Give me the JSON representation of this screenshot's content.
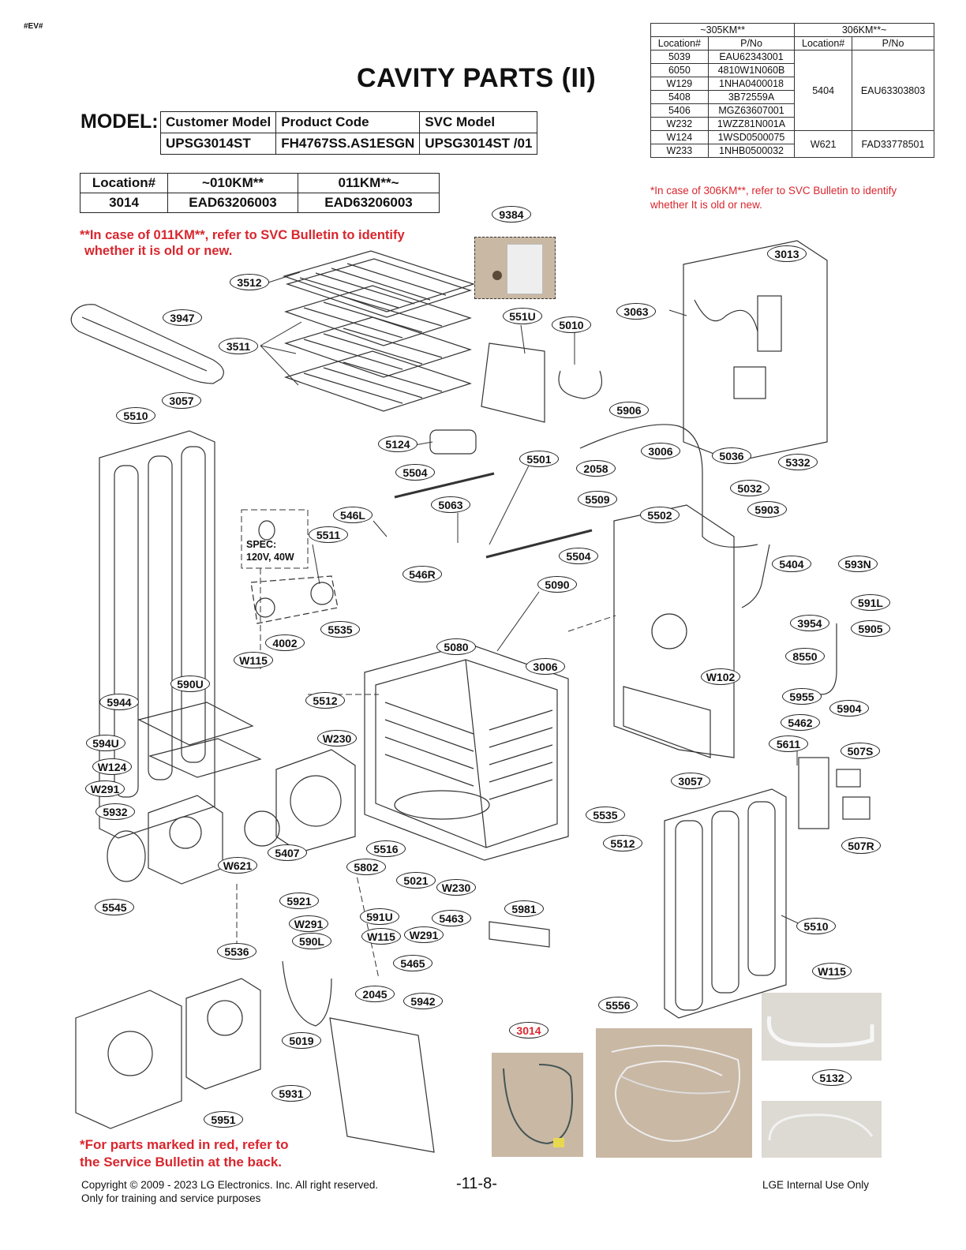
{
  "page_marker": "#EV#",
  "title": "CAVITY PARTS (II)",
  "model_label": "MODEL:",
  "model_table": {
    "headers": [
      "Customer Model",
      "Product Code",
      "SVC Model"
    ],
    "row": [
      "UPSG3014ST",
      "FH4767SS.AS1ESGN",
      "UPSG3014ST /01"
    ]
  },
  "location_table": {
    "headers": [
      "Location#",
      "~010KM**",
      "011KM**~"
    ],
    "row": [
      "3014",
      "EAD63206003",
      "EAD63206003"
    ]
  },
  "note_011": [
    "**In case of 011KM**, refer to SVC Bulletin to identify",
    "whether it is old or new."
  ],
  "version_table": {
    "group_left": "~305KM**",
    "group_right": "306KM**~",
    "headers": [
      "Location#",
      "P/No",
      "Location#",
      "P/No"
    ],
    "rows_left": [
      [
        "5039",
        "EAU62343001"
      ],
      [
        "6050",
        "4810W1N060B"
      ],
      [
        "W129",
        "1NHA0400018"
      ],
      [
        "5408",
        "3B72559A"
      ],
      [
        "5406",
        "MGZ63607001"
      ],
      [
        "W232",
        "1WZZ81N001A"
      ],
      [
        "W124",
        "1WSD0500075"
      ],
      [
        "W233",
        "1NHB0500032"
      ]
    ],
    "right_1": [
      "5404",
      "EAU63303803"
    ],
    "right_2": [
      "W621",
      "FAD33778501"
    ]
  },
  "note_306": [
    "*In case of 306KM**, refer to SVC Bulletin to identify",
    "whether It is old or new."
  ],
  "bulb_spec": [
    "SPEC:",
    "120V, 40W"
  ],
  "callouts": [
    {
      "id": "9384",
      "red": false
    },
    {
      "id": "3013",
      "red": false
    },
    {
      "id": "3512",
      "red": false
    },
    {
      "id": "3063",
      "red": false
    },
    {
      "id": "3947",
      "red": false
    },
    {
      "id": "551U",
      "red": false
    },
    {
      "id": "5010",
      "red": false
    },
    {
      "id": "3511",
      "red": false
    },
    {
      "id": "3057",
      "red": false
    },
    {
      "id": "5510",
      "red": false
    },
    {
      "id": "5906",
      "red": false
    },
    {
      "id": "5124",
      "red": false
    },
    {
      "id": "5501",
      "red": false
    },
    {
      "id": "3006",
      "red": false
    },
    {
      "id": "5036",
      "red": false
    },
    {
      "id": "5332",
      "red": false
    },
    {
      "id": "5504",
      "red": false
    },
    {
      "id": "2058",
      "red": false
    },
    {
      "id": "5032",
      "red": false
    },
    {
      "id": "5063",
      "red": false
    },
    {
      "id": "5509",
      "red": false
    },
    {
      "id": "546L",
      "red": false
    },
    {
      "id": "5502",
      "red": false
    },
    {
      "id": "5903",
      "red": false
    },
    {
      "id": "5511",
      "red": false
    },
    {
      "id": "5504",
      "red": false
    },
    {
      "id": "5404",
      "red": false
    },
    {
      "id": "593N",
      "red": false
    },
    {
      "id": "546R",
      "red": false
    },
    {
      "id": "5090",
      "red": false
    },
    {
      "id": "591L",
      "red": false
    },
    {
      "id": "3954",
      "red": false
    },
    {
      "id": "5905",
      "red": false
    },
    {
      "id": "5535",
      "red": false
    },
    {
      "id": "4002",
      "red": false
    },
    {
      "id": "5080",
      "red": false
    },
    {
      "id": "8550",
      "red": false
    },
    {
      "id": "W115",
      "red": false
    },
    {
      "id": "3006",
      "red": false
    },
    {
      "id": "W102",
      "red": false
    },
    {
      "id": "590U",
      "red": false
    },
    {
      "id": "5955",
      "red": false
    },
    {
      "id": "5944",
      "red": false
    },
    {
      "id": "5512",
      "red": false
    },
    {
      "id": "5904",
      "red": false
    },
    {
      "id": "5462",
      "red": false
    },
    {
      "id": "W230",
      "red": false
    },
    {
      "id": "594U",
      "red": false
    },
    {
      "id": "5611",
      "red": false
    },
    {
      "id": "507S",
      "red": false
    },
    {
      "id": "W124",
      "red": false
    },
    {
      "id": "W291",
      "red": false
    },
    {
      "id": "3057",
      "red": false
    },
    {
      "id": "5932",
      "red": false
    },
    {
      "id": "5535",
      "red": false
    },
    {
      "id": "5407",
      "red": false
    },
    {
      "id": "5512",
      "red": false
    },
    {
      "id": "507R",
      "red": false
    },
    {
      "id": "5516",
      "red": false
    },
    {
      "id": "W621",
      "red": false
    },
    {
      "id": "5802",
      "red": false
    },
    {
      "id": "5021",
      "red": false
    },
    {
      "id": "W230",
      "red": false
    },
    {
      "id": "5545",
      "red": false
    },
    {
      "id": "5921",
      "red": false
    },
    {
      "id": "5981",
      "red": false
    },
    {
      "id": "591U",
      "red": false
    },
    {
      "id": "5463",
      "red": false
    },
    {
      "id": "W291",
      "red": false
    },
    {
      "id": "5510",
      "red": false
    },
    {
      "id": "W115",
      "red": false
    },
    {
      "id": "W291",
      "red": false
    },
    {
      "id": "590L",
      "red": false
    },
    {
      "id": "5536",
      "red": false
    },
    {
      "id": "5465",
      "red": false
    },
    {
      "id": "2045",
      "red": false
    },
    {
      "id": "5942",
      "red": false
    },
    {
      "id": "5556",
      "red": false
    },
    {
      "id": "3014",
      "red": true
    },
    {
      "id": "5019",
      "red": false
    },
    {
      "id": "W115",
      "red": false
    },
    {
      "id": "5132",
      "red": false
    },
    {
      "id": "5931",
      "red": false
    },
    {
      "id": "5951",
      "red": false
    }
  ],
  "note_red_parts": [
    "*For parts marked in red, refer to",
    "the Service Bulletin at the back."
  ],
  "footer_left": [
    "Copyright © 2009 - 2023 LG Electronics. Inc. All right reserved.",
    "Only for training and service purposes"
  ],
  "page_number": "-11-8-",
  "footer_right": "LGE Internal Use Only",
  "colors": {
    "red": "#d8262e",
    "line": "#222222",
    "photo_bg": "#c9b8a4"
  }
}
